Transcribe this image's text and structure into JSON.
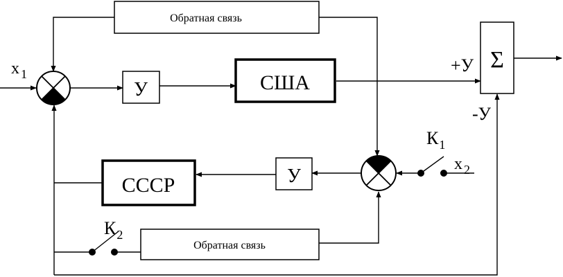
{
  "blocks": {
    "feedback_top": "Обратная связь",
    "feedback_bottom": "Обратная связь",
    "amp_top": "У",
    "amp_bottom": "У",
    "usa": "США",
    "ussr": "СССР",
    "sum": "Σ"
  },
  "signals": {
    "x1_letter": "x",
    "x1_sub": "1",
    "x2_letter": "x",
    "x2_sub": "2",
    "plus_y": "+У",
    "minus_y": "-У"
  },
  "switches": {
    "k1_letter": "К",
    "k1_sub": "1",
    "k2_letter": "К",
    "k2_sub": "2"
  }
}
